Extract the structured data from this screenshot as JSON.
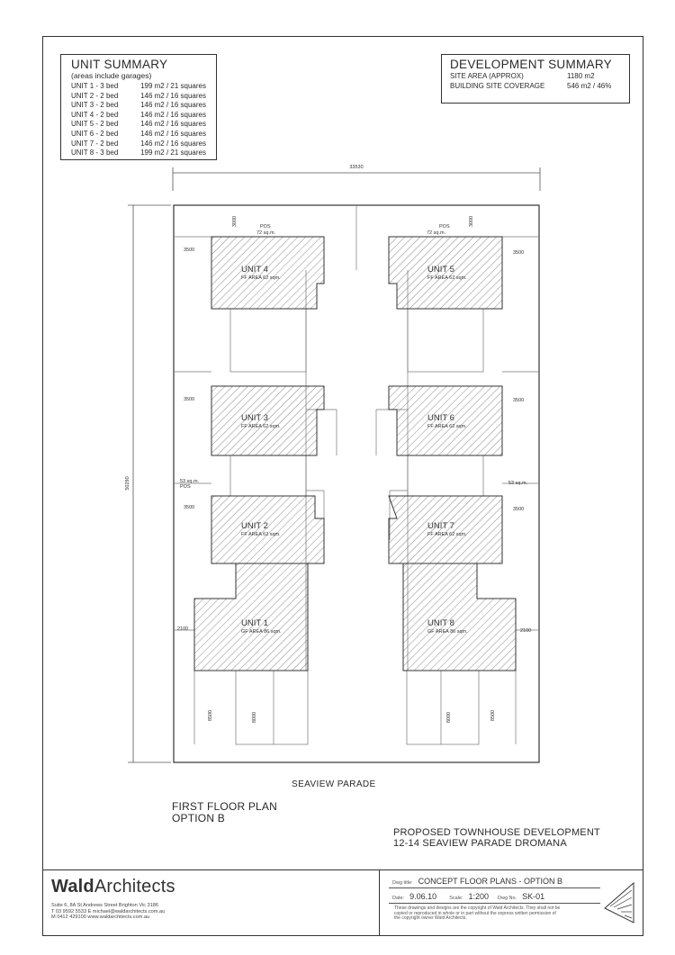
{
  "unit_summary": {
    "title": "UNIT SUMMARY",
    "subtitle": "(areas include garages)",
    "rows": [
      {
        "unit": "UNIT 1 - 3 bed",
        "area": "199 m2 / 21 squares"
      },
      {
        "unit": "UNIT 2 - 2 bed",
        "area": "146 m2 / 16 squares"
      },
      {
        "unit": "UNIT 3 - 2 bed",
        "area": "146 m2 / 16 squares"
      },
      {
        "unit": "UNIT 4 - 2 bed",
        "area": "146 m2 / 16 squares"
      },
      {
        "unit": "UNIT 5 - 2 bed",
        "area": "146 m2 / 16 squares"
      },
      {
        "unit": "UNIT 6 - 2 bed",
        "area": "146 m2 / 16 squares"
      },
      {
        "unit": "UNIT 7 - 2 bed",
        "area": "146 m2 / 16 squares"
      },
      {
        "unit": "UNIT 8 - 3 bed",
        "area": "199 m2 / 21 squares"
      }
    ]
  },
  "development_summary": {
    "title": "DEVELOPMENT SUMMARY",
    "rows": [
      {
        "label": "SITE AREA (APPROX)",
        "value": "1180 m2"
      },
      {
        "label": "BUILDING SITE COVERAGE",
        "value": "546 m2  /  46%"
      }
    ]
  },
  "plan": {
    "overall_width": "33530",
    "overall_depth": "50290",
    "pos_top": "POS",
    "pos_top_area": "72 sq.m.",
    "pos_mid_area": "53 sq.m.",
    "pos_mid": "POS",
    "dims": {
      "d3000": "3000",
      "d3500": "3500",
      "d2100": "2100",
      "d8500": "8500",
      "d8000": "8000"
    },
    "units": [
      {
        "name": "UNIT 4",
        "area": "FF AREA 62 sqm."
      },
      {
        "name": "UNIT 5",
        "area": "FF AREA 62 sqm."
      },
      {
        "name": "UNIT 3",
        "area": "FF AREA 62 sqm."
      },
      {
        "name": "UNIT 6",
        "area": "FF AREA 62 sqm."
      },
      {
        "name": "UNIT 2",
        "area": "FF AREA 62 sqm."
      },
      {
        "name": "UNIT 7",
        "area": "FF AREA 62 sqm."
      },
      {
        "name": "UNIT 1",
        "area": "GF AREA 86 sqm."
      },
      {
        "name": "UNIT 8",
        "area": "GF AREA 86 sqm."
      }
    ]
  },
  "street_name": "SEAVIEW PARADE",
  "plan_title": {
    "line1": "FIRST FLOOR PLAN",
    "line2": "OPTION B"
  },
  "project": {
    "line1": "PROPOSED TOWNHOUSE DEVELOPMENT",
    "line2": "12-14 SEAVIEW PARADE DROMANA"
  },
  "title_block": {
    "logo_bold": "Wald",
    "logo_rest": "Architects",
    "contact1": "Suite 6, 8A St Andrews Street Brighton Vic 3186",
    "contact2": "T 03 9592 5533  E michael@waldarchitects.com.au",
    "contact3": "M 0412 429100  www.waldarchitects.com.au",
    "dwg_title_label": "Dwg title:",
    "dwg_title": "CONCEPT FLOOR PLANS - OPTION B",
    "date_label": "Date:",
    "date": "9.06.10",
    "scale_label": "Scale:",
    "scale": "1:200",
    "dwg_no_label": "Dwg No.",
    "dwg_no": "SK-01",
    "note1": "These drawings and designs are the copyright of Wald Architects. They shall not be",
    "note2": "copied or reproduced in whole or in part without the express written permission of",
    "note3": "the copyright owner Wald Architects."
  }
}
